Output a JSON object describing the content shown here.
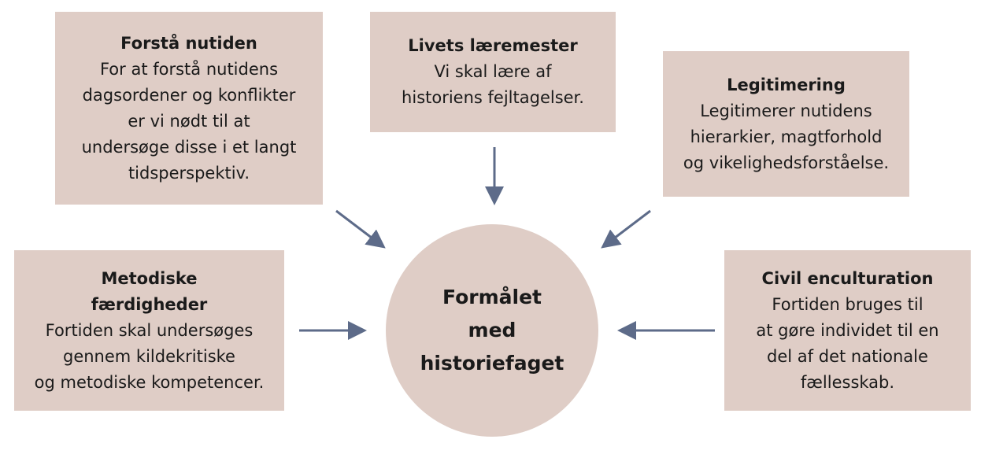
{
  "center": {
    "label": "Formålet\nmed\nhistoriefaget"
  },
  "boxes": [
    {
      "title": "Forstå nutiden",
      "body": "For at forstå nutidens\ndagsordener og konflikter\ner vi nødt til at\nundersøge disse i et langt\ntidsperspektiv."
    },
    {
      "title": "Livets læremester",
      "body": "Vi skal lære af\nhistoriens fejltagelser."
    },
    {
      "title": "Legitimering",
      "body": "Legitimerer nutidens\nhierarkier, magtforhold\nog vikelighedsforståelse."
    },
    {
      "title": "Metodiske\nfærdigheder",
      "body": "Fortiden skal undersøges\ngennem kildekritiske\nog metodiske kompetencer."
    },
    {
      "title": "Civil enculturation",
      "body": "Fortiden bruges til\nat gøre individet til en\ndel af det nationale\nfællesskab."
    }
  ],
  "colors": {
    "box": "#dfcdc6",
    "arrow": "#5d6b89"
  }
}
